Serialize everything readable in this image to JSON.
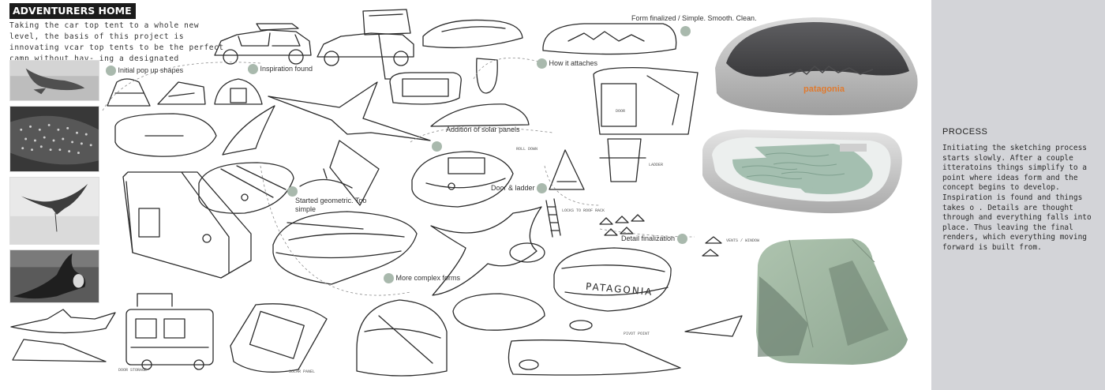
{
  "board": {
    "title": "ADVENTURERS HOME BASE",
    "intro": "Taking the car top tent to a whole new level, the basis of this project is innovating vcar top tents to be the perfect camp without hav- ing a designated campsite.",
    "brand_sketch": "PATAGONIA",
    "brand_render": "patagonia"
  },
  "photos": [
    {
      "subject": "whale-shark-side"
    },
    {
      "subject": "whale-shark-pattern"
    },
    {
      "subject": "manta-ray-surface"
    },
    {
      "subject": "manta-ray-dive"
    }
  ],
  "callouts": [
    {
      "key": "initial",
      "label": "Initial pop up shapes"
    },
    {
      "key": "inspiration",
      "label": "Inspiration found"
    },
    {
      "key": "form",
      "label": "Form finalized / Simple. Smooth. Clean."
    },
    {
      "key": "attach",
      "label": "How it attaches"
    },
    {
      "key": "solar",
      "label": "Addition of solar panels"
    },
    {
      "key": "geometric",
      "label": "Started geometric. Too simple"
    },
    {
      "key": "door",
      "label": "Door & ladder"
    },
    {
      "key": "detail",
      "label": "Detail finalization"
    },
    {
      "key": "complex",
      "label": "More complex forms"
    }
  ],
  "annotations": [
    {
      "key": "a1",
      "text": "DOOR"
    },
    {
      "key": "a2",
      "text": "DOOR STORAGE"
    },
    {
      "key": "a3",
      "text": "SOLAR PANEL"
    },
    {
      "key": "a4",
      "text": "VENTS / WINDOW"
    },
    {
      "key": "a5",
      "text": "LADDER"
    },
    {
      "key": "a6",
      "text": "LOCKS TO ROOF RACK"
    },
    {
      "key": "a7",
      "text": "ROLL DOWN"
    },
    {
      "key": "a8",
      "text": "PIVOT POINT"
    }
  ],
  "panel": {
    "heading": "PROCESS",
    "body": "Initiating the sketching process starts slowly. After a couple itteratoins things simplify to a point where ideas form and the concept begins to develop. Inspiration is found and things takes o . Details are thought through and everything falls into place. Thus leaving the final renders, which everything moving forward is built from."
  },
  "colors": {
    "panel_bg": "#d3d4d8",
    "callout_dot": "#a9b9ad",
    "render_shell_dark": "#4b4b4d",
    "render_shell_light": "#c9c9c9",
    "render_window": "#9fb5a0",
    "brand_orange": "#e07a2e",
    "ink": "#2b2b2b"
  }
}
